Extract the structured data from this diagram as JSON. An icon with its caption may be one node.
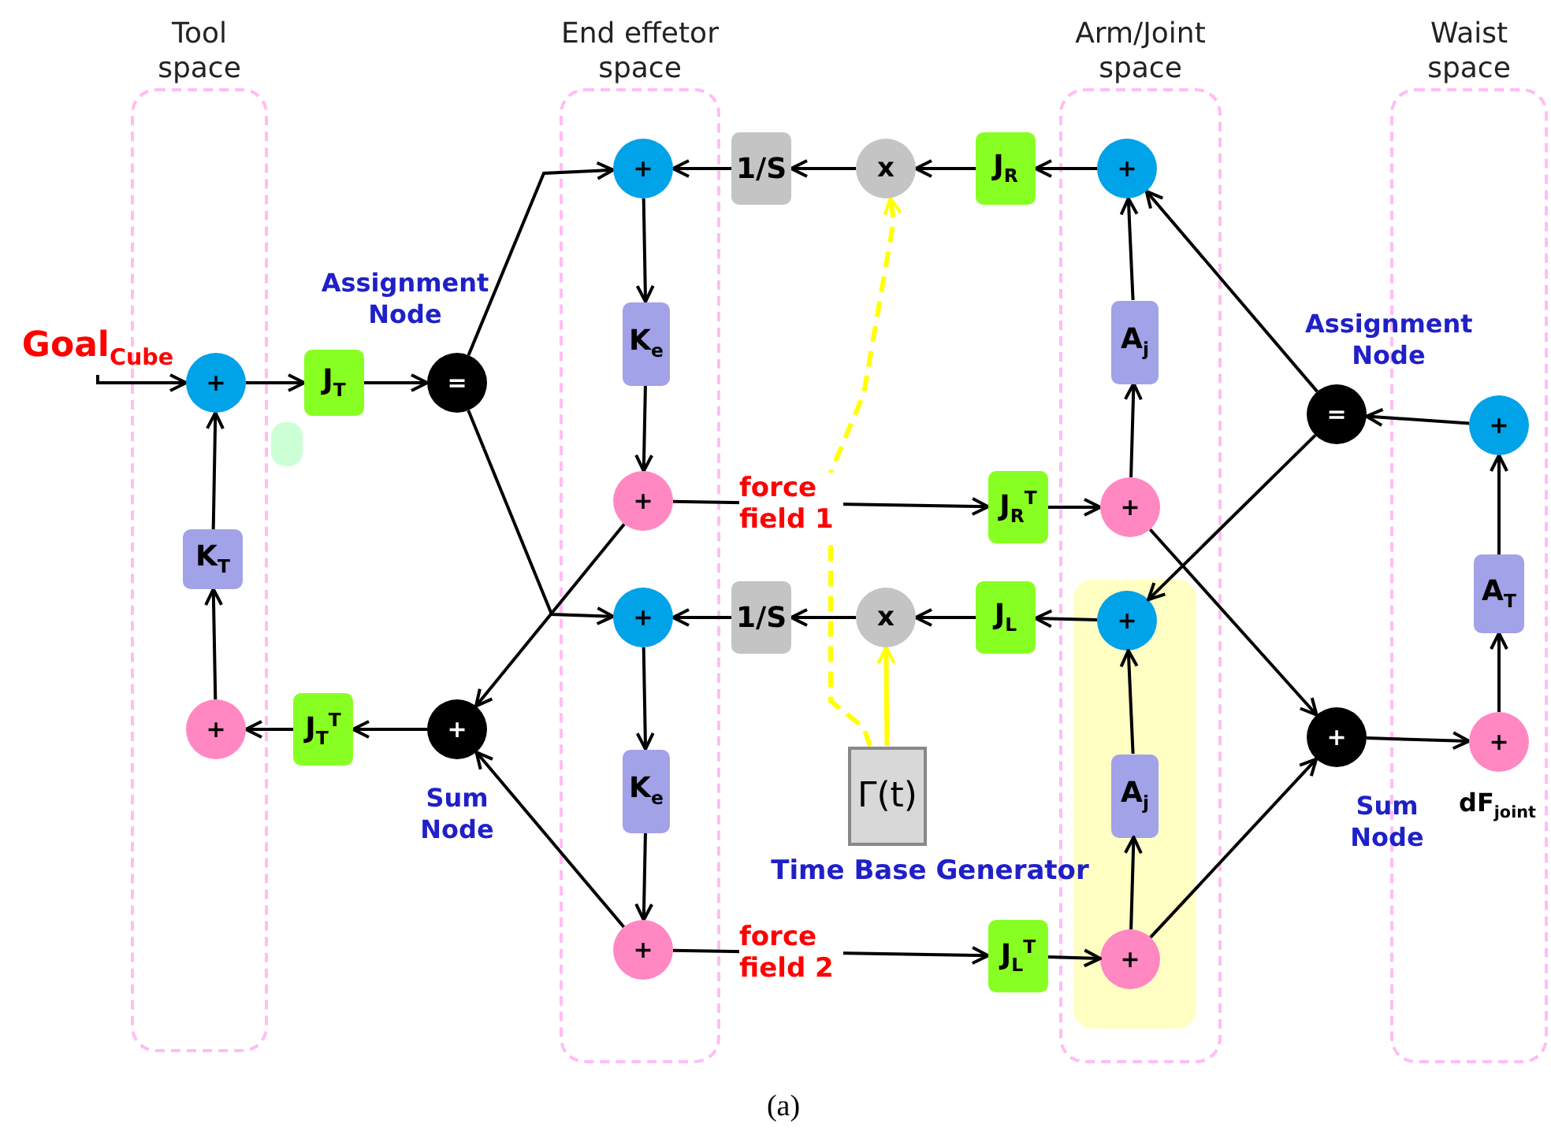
{
  "diagram": {
    "caption": "(a)",
    "nodes": [
      {
        "text": [
          "Tool space"
        ]
      },
      {
        "text": [
          "End effetor space"
        ]
      },
      {
        "text": [
          "Arm/Joint space"
        ]
      },
      {
        "text": [
          "Waist space"
        ]
      },
      {
        "text": [],
        "shape": "box",
        "in": 2
      },
      {
        "text": [
          "Goal$_{Cube}$"
        ]
      },
      {
        "text": [
          "+"
        ],
        "in": 0
      },
      {
        "text": [
          "J$_{T}$"
        ]
      },
      {
        "text": [
          "="
        ],
        "beside": [
          "Assignment Node"
        ]
      },
      {
        "text": [
          "K$_{T}$"
        ],
        "in": 0
      },
      {
        "text": [
          "+"
        ],
        "in": 0
      },
      {
        "text": [
          "J$_{T}$$^{T}$"
        ]
      },
      {
        "text": [
          "+"
        ],
        "beside": [
          "Sum Node"
        ]
      },
      {
        "text": [
          "+"
        ],
        "in": 1
      },
      {
        "text": [
          "K$_{e}$"
        ],
        "in": 1
      },
      {
        "text": [
          "+"
        ],
        "in": 1
      },
      {
        "text": [
          "+"
        ],
        "in": 1
      },
      {
        "text": [
          "K$_{e}$"
        ],
        "in": 1
      },
      {
        "text": [
          "+"
        ],
        "in": 1
      },
      {
        "text": [
          "1/S"
        ]
      },
      {
        "text": [
          "x"
        ]
      },
      {
        "text": [
          "J$_{R}$"
        ]
      },
      {
        "text": [
          "1/S"
        ]
      },
      {
        "text": [
          "x"
        ]
      },
      {
        "text": [
          "J$_{L}$"
        ]
      },
      {
        "text": [
          "Γ(t)"
        ],
        "beside": [
          "Time Base Generator"
        ]
      },
      {
        "text": [
          "J$_{R}$$^{T}$"
        ]
      },
      {
        "text": [
          "J$_{L}$$^{T}$"
        ]
      },
      {
        "text": [
          "+"
        ],
        "in": 2
      },
      {
        "text": [
          "A$_{j}$"
        ],
        "in": 2
      },
      {
        "text": [
          "+"
        ],
        "in": 2
      },
      {
        "text": [
          "+"
        ],
        "in": 4
      },
      {
        "text": [
          "A$_{j}$"
        ],
        "in": 4
      },
      {
        "text": [
          "+"
        ],
        "in": 4
      },
      {
        "text": [
          "="
        ],
        "beside": [
          "Assignment Node"
        ]
      },
      {
        "text": [
          "+"
        ],
        "beside": [
          "Sum Node"
        ]
      },
      {
        "text": [
          "+"
        ],
        "in": 3
      },
      {
        "text": [
          "A$_{T}$"
        ],
        "in": 3
      },
      {
        "text": [
          "+"
        ],
        "in": 3,
        "beside": [
          "dF$_{joint}$"
        ]
      }
    ],
    "edges": [
      {
        "from": 5,
        "to": 6,
        "arrow": "to"
      },
      {
        "from": 6,
        "to": 7,
        "arrow": "to"
      },
      {
        "from": 7,
        "to": 8,
        "arrow": "to"
      },
      {
        "from": 8,
        "to": 13,
        "arrow": "to"
      },
      {
        "from": 8,
        "to": 16,
        "arrow": "to"
      },
      {
        "from": 15,
        "to": 12,
        "arrow": "to"
      },
      {
        "from": 18,
        "to": 12,
        "arrow": "to"
      },
      {
        "from": 12,
        "to": 11,
        "arrow": "to"
      },
      {
        "from": 11,
        "to": 10,
        "arrow": "to"
      },
      {
        "from": 10,
        "to": 9,
        "arrow": "to"
      },
      {
        "from": 9,
        "to": 6,
        "arrow": "to"
      },
      {
        "from": 13,
        "to": 14,
        "arrow": "to"
      },
      {
        "from": 14,
        "to": 15,
        "arrow": "to"
      },
      {
        "from": 16,
        "to": 17,
        "arrow": "to"
      },
      {
        "from": 17,
        "to": 18,
        "arrow": "to"
      },
      {
        "from": 19,
        "to": 13,
        "arrow": "to"
      },
      {
        "from": 20,
        "to": 19,
        "arrow": "to"
      },
      {
        "from": 21,
        "to": 20,
        "arrow": "to"
      },
      {
        "from": 28,
        "to": 21,
        "arrow": "to"
      },
      {
        "from": 22,
        "to": 16,
        "arrow": "to"
      },
      {
        "from": 23,
        "to": 22,
        "arrow": "to"
      },
      {
        "from": 24,
        "to": 23,
        "arrow": "to"
      },
      {
        "from": 31,
        "to": 24,
        "arrow": "to"
      },
      {
        "from": 25,
        "to": 23,
        "arrow": "to",
        "color": "#ffff00"
      },
      {
        "from": 25,
        "to": 20,
        "arrow": "to",
        "style": "dashed",
        "color": "#ffff00"
      },
      {
        "from": 15,
        "to": 26,
        "arrow": "to",
        "label": "force field 1"
      },
      {
        "from": 26,
        "to": 30,
        "arrow": "to"
      },
      {
        "from": 30,
        "to": 29,
        "arrow": "to"
      },
      {
        "from": 29,
        "to": 28,
        "arrow": "to"
      },
      {
        "from": 18,
        "to": 27,
        "arrow": "to",
        "label": "force field 2"
      },
      {
        "from": 27,
        "to": 33,
        "arrow": "to"
      },
      {
        "from": 33,
        "to": 32,
        "arrow": "to"
      },
      {
        "from": 32,
        "to": 31,
        "arrow": "to"
      },
      {
        "from": 30,
        "to": 35,
        "arrow": "to"
      },
      {
        "from": 33,
        "to": 35,
        "arrow": "to"
      },
      {
        "from": 34,
        "to": 28,
        "arrow": "to"
      },
      {
        "from": 34,
        "to": 31,
        "arrow": "to"
      },
      {
        "from": 36,
        "to": 34,
        "arrow": "to"
      },
      {
        "from": 35,
        "to": 38,
        "arrow": "to"
      },
      {
        "from": 38,
        "to": 37,
        "arrow": "to"
      },
      {
        "from": 37,
        "to": 36,
        "arrow": "to"
      }
    ]
  }
}
